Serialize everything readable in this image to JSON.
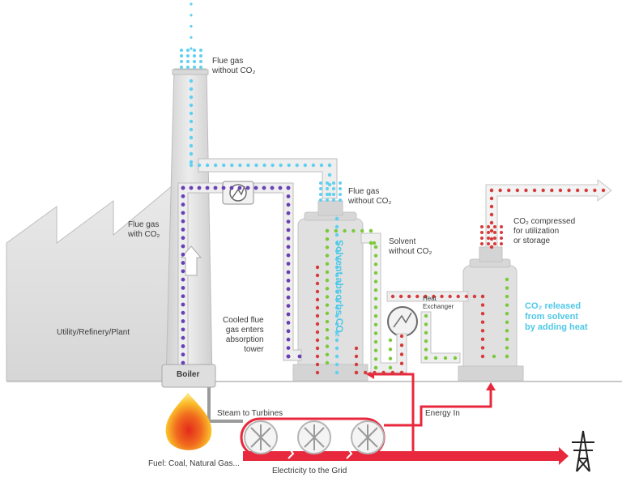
{
  "labels": {
    "flue_gas_top": "Flue gas\nwithout CO₂",
    "flue_gas_mid": "Flue gas\nwithout CO₂",
    "flue_gas_with": "Flue gas\nwith CO₂",
    "plant": "Utility/Refinery/Plant",
    "cooled_flue": "Cooled flue\ngas enters\nabsorption\ntower",
    "solvent_absorbs": "Solvent absorbs CO₂",
    "solvent_without": "Solvent\nwithout CO₂",
    "heat_exchanger": "Heat\nExchanger",
    "co2_compressed": "CO₂ compressed\nfor utilization\nor storage",
    "co2_released": "CO₂ released\nfrom solvent\nby adding heat",
    "boiler": "Boiler",
    "steam": "Steam to Turbines",
    "energy_in": "Energy In",
    "fuel": "Fuel: Coal, Natural Gas...",
    "electricity": "Electricity to the Grid"
  },
  "icons": [
    "flame-icon",
    "turbine-icon",
    "heat-exchanger-icon",
    "power-tower-icon",
    "arrow-up-icon"
  ],
  "colors": {
    "flue_with_co2": "#6a3fb5",
    "flue_clean": "#5fd0ef",
    "co2": "#d63a3a",
    "solvent_clean": "#79c93a",
    "energy": "#e8283c",
    "structure": "#c9c9c9"
  }
}
